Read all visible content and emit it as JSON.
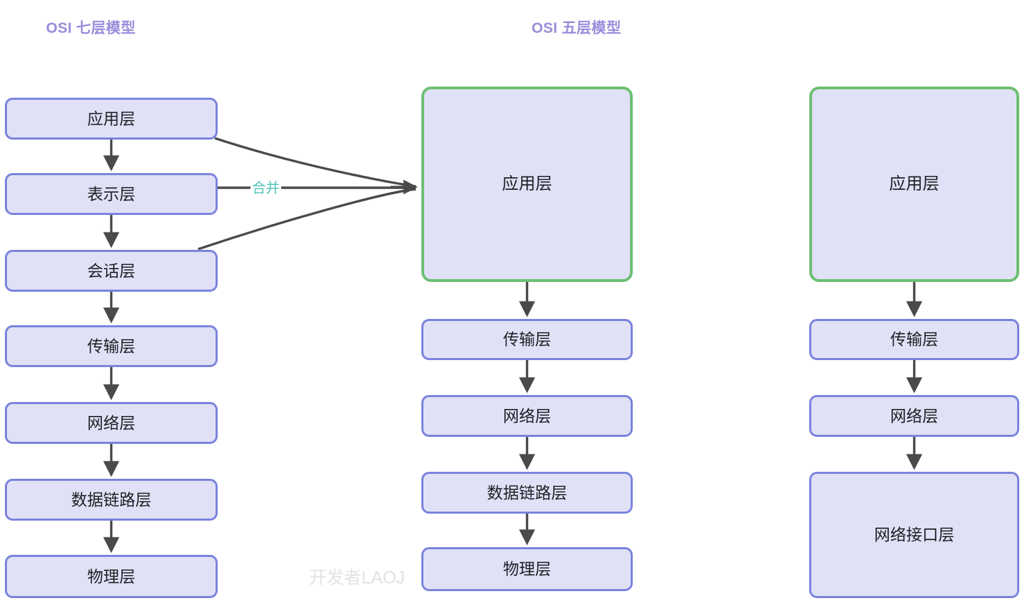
{
  "diagram": {
    "type": "flowchart",
    "title_color": "#9b8cdb",
    "accent_color": "#6cbf73",
    "box_border_color": "#7a83dd",
    "box_fill_color": "#e0e1f6",
    "edge_color": "#4a4a4a",
    "merge_label_color": "#4fc3b8",
    "watermark_color": "#e2e2e6",
    "watermark": "开发者LAOJ"
  },
  "columns": [
    {
      "id": "osi-seven",
      "title": "OSI 七层模型",
      "layers": [
        {
          "label": "应用层",
          "accent": false
        },
        {
          "label": "表示层",
          "accent": false
        },
        {
          "label": "会话层",
          "accent": false
        },
        {
          "label": "传输层",
          "accent": false
        },
        {
          "label": "网络层",
          "accent": false
        },
        {
          "label": "数据链路层",
          "accent": false
        },
        {
          "label": "物理层",
          "accent": false
        }
      ]
    },
    {
      "id": "osi-five",
      "title": "OSI 五层模型",
      "layers": [
        {
          "label": "应用层",
          "accent": true
        },
        {
          "label": "传输层",
          "accent": false
        },
        {
          "label": "网络层",
          "accent": false
        },
        {
          "label": "数据链路层",
          "accent": false
        },
        {
          "label": "物理层",
          "accent": false
        }
      ]
    },
    {
      "id": "tcpip-four",
      "title": "",
      "layers": [
        {
          "label": "应用层",
          "accent": true
        },
        {
          "label": "传输层",
          "accent": false
        },
        {
          "label": "网络层",
          "accent": false
        },
        {
          "label": "网络接口层",
          "accent": false
        }
      ]
    }
  ],
  "edges": {
    "merge_label": "合并",
    "merge_sources": [
      "应用层",
      "表示层",
      "会话层"
    ],
    "merge_target": "应用层"
  }
}
